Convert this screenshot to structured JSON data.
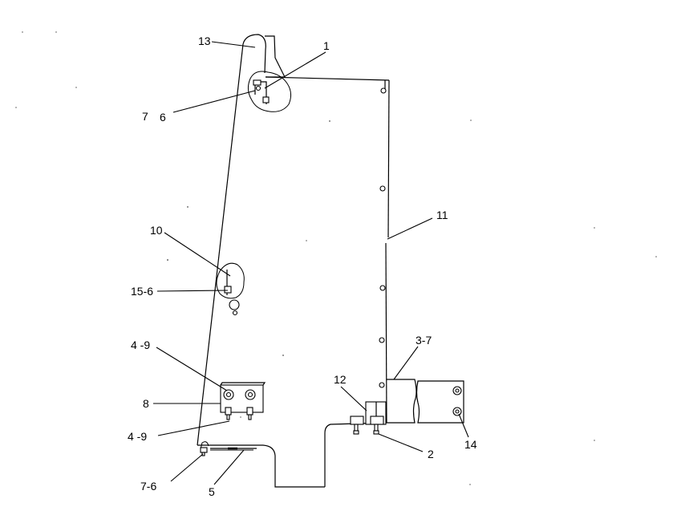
{
  "callouts": {
    "c1": "1",
    "c2": "2",
    "c3_7": "3-7",
    "c4_9_top": "4 -9",
    "c4_9_bottom": "4 -9",
    "c5": "5",
    "c7_6_top_a": "7",
    "c7_6_top_b": "6",
    "c7_6_bottom": "7-6",
    "c8": "8",
    "c10": "10",
    "c11": "11",
    "c12": "12",
    "c13": "13",
    "c14": "14",
    "c15_6": "15-6"
  }
}
